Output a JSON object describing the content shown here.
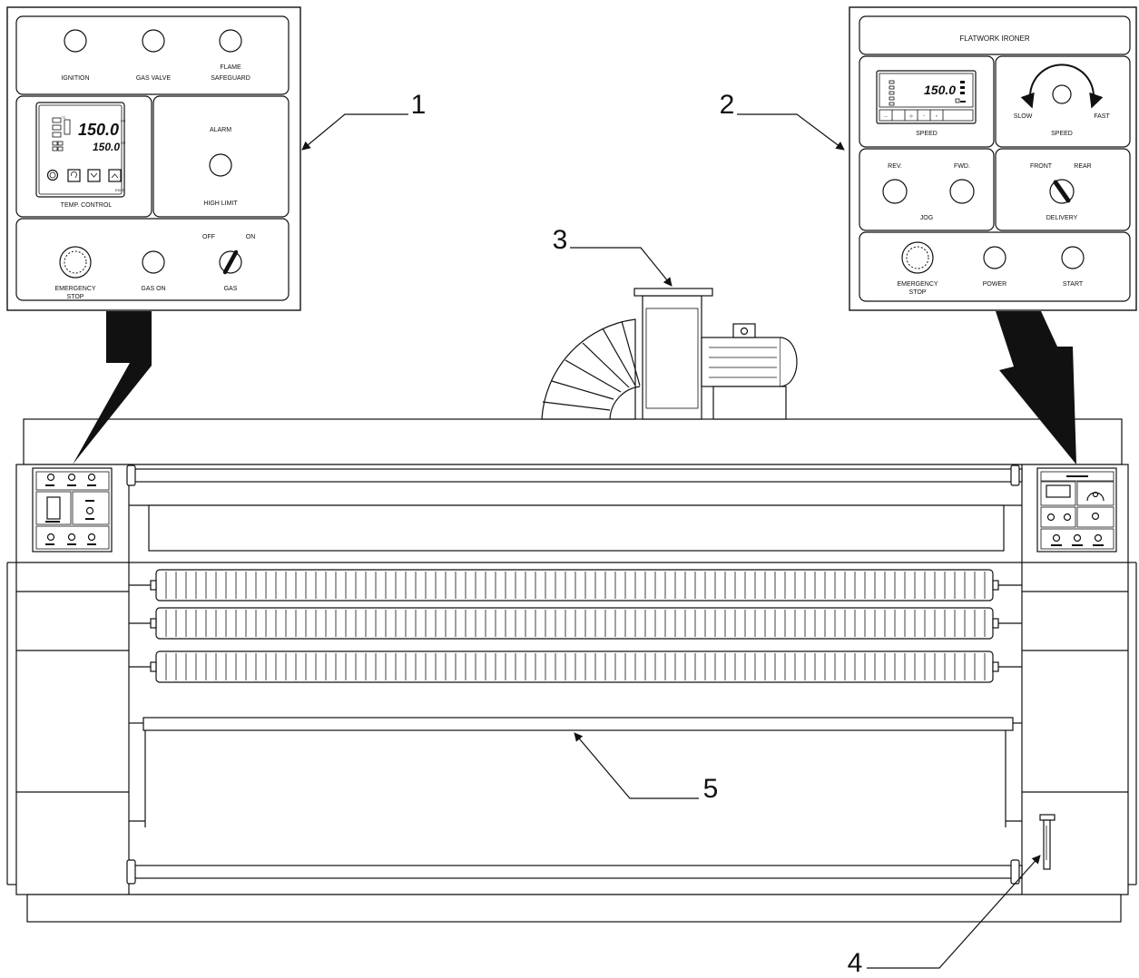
{
  "callouts": {
    "c1": "1",
    "c2": "2",
    "c3": "3",
    "c4": "4",
    "c5": "5"
  },
  "panel_left": {
    "ignition": "IGNITION",
    "gas_valve": "GAS VALVE",
    "flame_line1": "FLAME",
    "flame_line2": "SAFEGUARD",
    "temp_control": "TEMP. CONTROL",
    "alarm": "ALARM",
    "high_limit": "HIGH LIMIT",
    "emergency_line1": "EMERGENCY",
    "emergency_line2": "STOP",
    "gas_on": "GAS ON",
    "gas": "GAS",
    "off": "OFF",
    "on": "ON",
    "pv_value": "150.0",
    "sv_value": "150.0",
    "unit": "°C",
    "pv_tag": "PV",
    "sv_tag": "SV",
    "model": "E5CN"
  },
  "panel_right": {
    "title": "FLATWORK IRONER",
    "speed_display": "150.0",
    "speed_label": "SPEED",
    "slow": "SLOW",
    "fast": "FAST",
    "speed_knob_label": "SPEED",
    "rev": "REV.",
    "fwd": "FWD.",
    "jog": "JOG",
    "front": "FRONT",
    "rear": "REAR",
    "delivery": "DELIVERY",
    "emergency_line1": "EMERGENCY",
    "emergency_line2": "STOP",
    "power": "POWER",
    "start": "START"
  }
}
